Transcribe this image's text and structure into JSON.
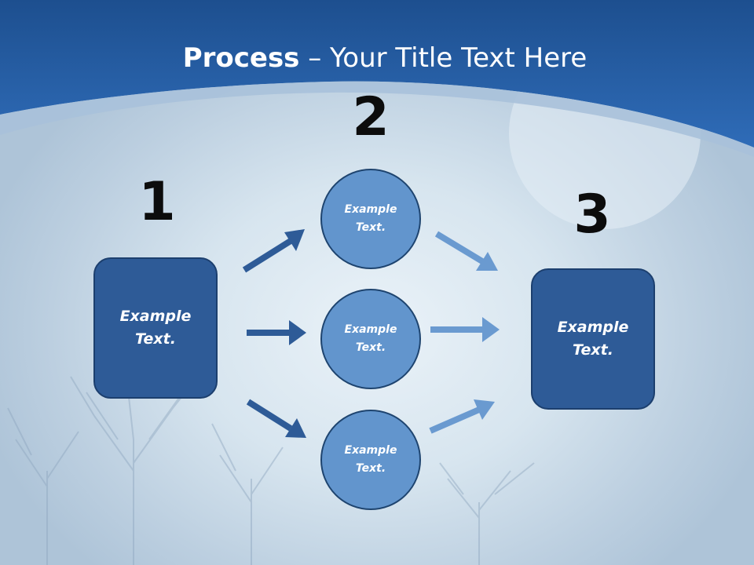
{
  "slide": {
    "title_bold": "Process",
    "title_rest": " – Your Title Text Here"
  },
  "steps": [
    "1",
    "2",
    "3"
  ],
  "nodes": {
    "start_box": "Example Text.",
    "circle_top": "Example Text.",
    "circle_middle": "Example Text.",
    "circle_bottom": "Example Text.",
    "end_box": "Example Text."
  },
  "colors": {
    "header": "#2a63ad",
    "box_fill": "#2e5b97",
    "circle_fill": "#6295cd",
    "arrow_dark": "#2e5b97",
    "arrow_light": "#6a9ad0"
  }
}
